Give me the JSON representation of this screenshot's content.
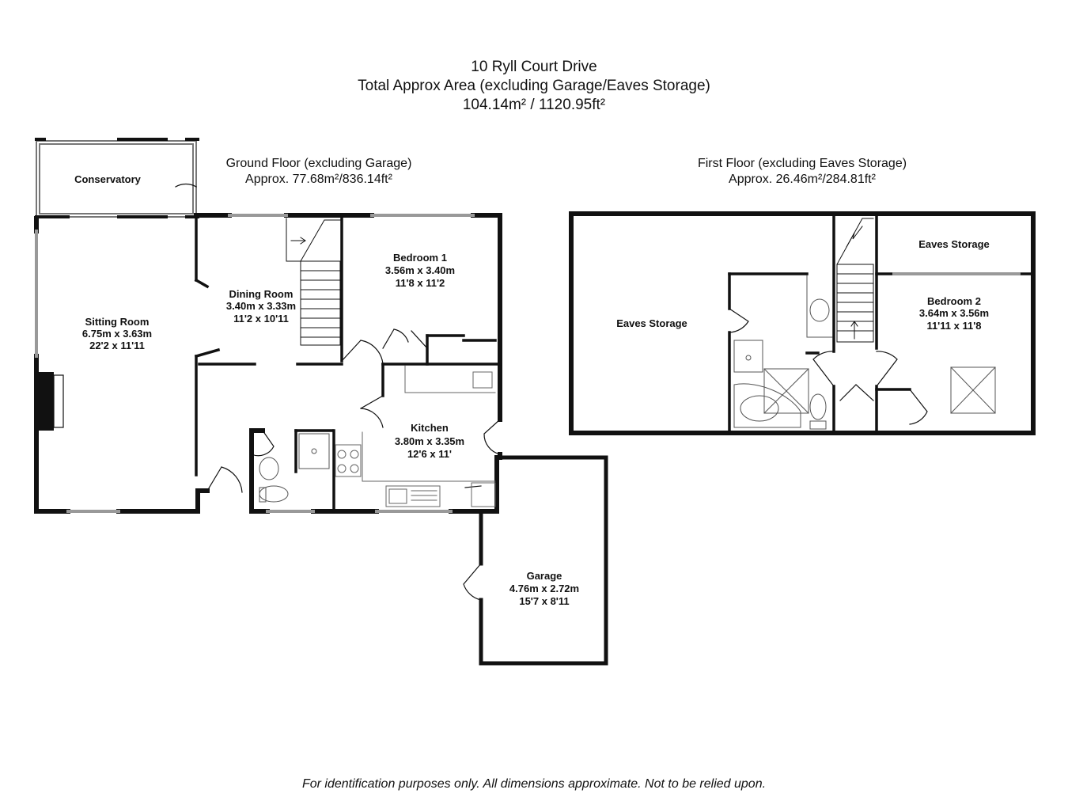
{
  "header": {
    "address": "10 Ryll Court Drive",
    "total_label": "Total Approx Area (excluding Garage/Eaves Storage)",
    "total_area": "104.14m² / 1120.95ft²"
  },
  "ground_floor": {
    "caption": "Ground Floor (excluding Garage)",
    "area": "Approx. 77.68m²/836.14ft²",
    "rooms": {
      "conservatory": {
        "name": "Conservatory"
      },
      "sitting_room": {
        "name": "Sitting Room",
        "metric": "6.75m x 3.63m",
        "imperial": "22'2 x 11'11"
      },
      "dining_room": {
        "name": "Dining Room",
        "metric": "3.40m x 3.33m",
        "imperial": "11'2 x 10'11"
      },
      "bedroom_1": {
        "name": "Bedroom 1",
        "metric": "3.56m x 3.40m",
        "imperial": "11'8 x 11'2"
      },
      "kitchen": {
        "name": "Kitchen",
        "metric": "3.80m x 3.35m",
        "imperial": "12'6 x 11'"
      },
      "garage": {
        "name": "Garage",
        "metric": "4.76m x 2.72m",
        "imperial": "15'7 x 8'11"
      }
    }
  },
  "first_floor": {
    "caption": "First Floor (excluding Eaves Storage)",
    "area": "Approx. 26.46m²/284.81ft²",
    "rooms": {
      "eaves_storage_left": {
        "name": "Eaves Storage"
      },
      "eaves_storage_right": {
        "name": "Eaves Storage"
      },
      "bedroom_2": {
        "name": "Bedroom 2",
        "metric": "3.64m x 3.56m",
        "imperial": "11'11 x 11'8"
      }
    }
  },
  "footer": {
    "disclaimer": "For identification purposes only. All dimensions approximate. Not to be relied upon."
  },
  "colors": {
    "wall": "#111111",
    "window": "#9a9a9a",
    "fixture": "#555555"
  }
}
